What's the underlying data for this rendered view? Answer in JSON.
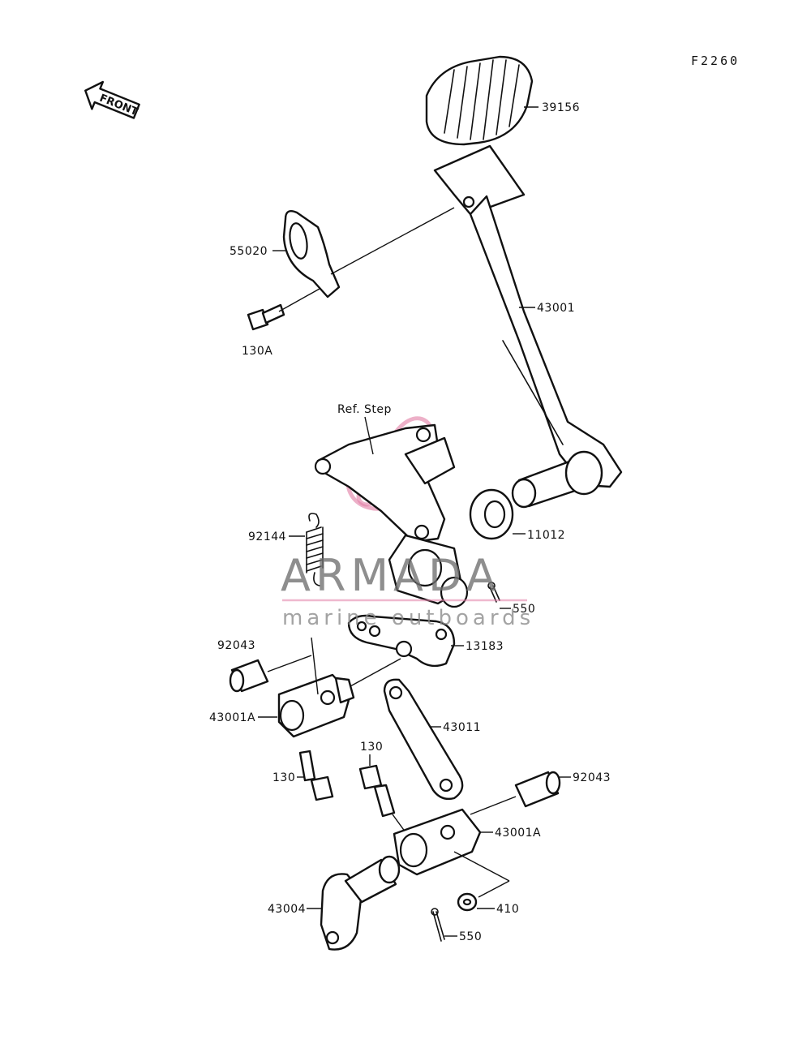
{
  "diagram_code": "F2260",
  "front_marker": "FRONT",
  "reference_label": "Ref. Step",
  "parts": {
    "pedal_rubber": "39156",
    "stopper_plate": "55020",
    "bolt_stopper": "130A",
    "brake_pedal": "43001",
    "washer_pedal": "11012",
    "return_spring": "92144",
    "cotter_pin_upper": "550",
    "lever_plate": "13183",
    "pin_upper": "92043",
    "joint_upper": "43001A",
    "bolt_upper_joint": "130",
    "rod": "43011",
    "bolt_lower_joint": "130",
    "pin_lower": "92043",
    "joint_lower": "43001A",
    "brake_lever": "43004",
    "washer_lower": "410",
    "cotter_pin_lower": "550"
  },
  "watermark": {
    "brand": "ARMADA",
    "tagline": "marine outboards",
    "accent_color": "#e27fa7"
  }
}
